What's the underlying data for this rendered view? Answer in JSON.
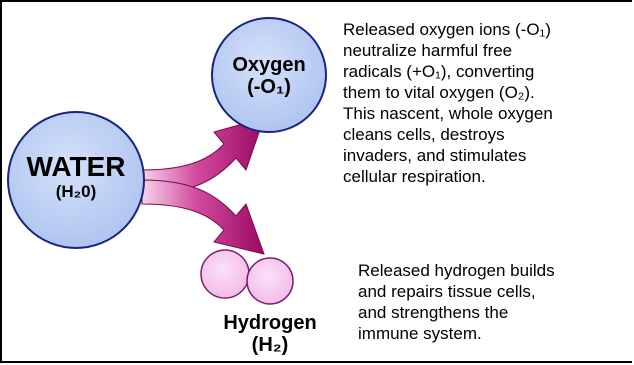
{
  "colors": {
    "circle_fill": "#bcd0f4",
    "circle_stroke": "#1a237e",
    "arrow_dark": "#9a0a62",
    "arrow_mid": "#d24a9e",
    "arrow_light": "#f6d3ea",
    "hydrogen_fill": "#f7c9f1",
    "hydrogen_stroke": "#7a1f6b"
  },
  "water": {
    "line1": "WATER",
    "line2": "(H₂0)"
  },
  "oxygen": {
    "line1": "Oxygen",
    "line2": "(-O₁)"
  },
  "hydrogen": {
    "line1": "Hydrogen",
    "line2": "(H₂)"
  },
  "oxygen_text": {
    "lines": [
      "Released oxygen ions  (-O₁)",
      "neutralize harmful free",
      "radicals (+O₁), converting",
      "them to vital oxygen (O₂).",
      "This nascent, whole oxygen",
      "cleans cells, destroys",
      "invaders, and stimulates",
      "cellular respiration."
    ]
  },
  "hydrogen_text": {
    "lines": [
      "Released hydrogen builds",
      "and repairs tissue cells,",
      "and strengthens the",
      "immune system."
    ]
  }
}
